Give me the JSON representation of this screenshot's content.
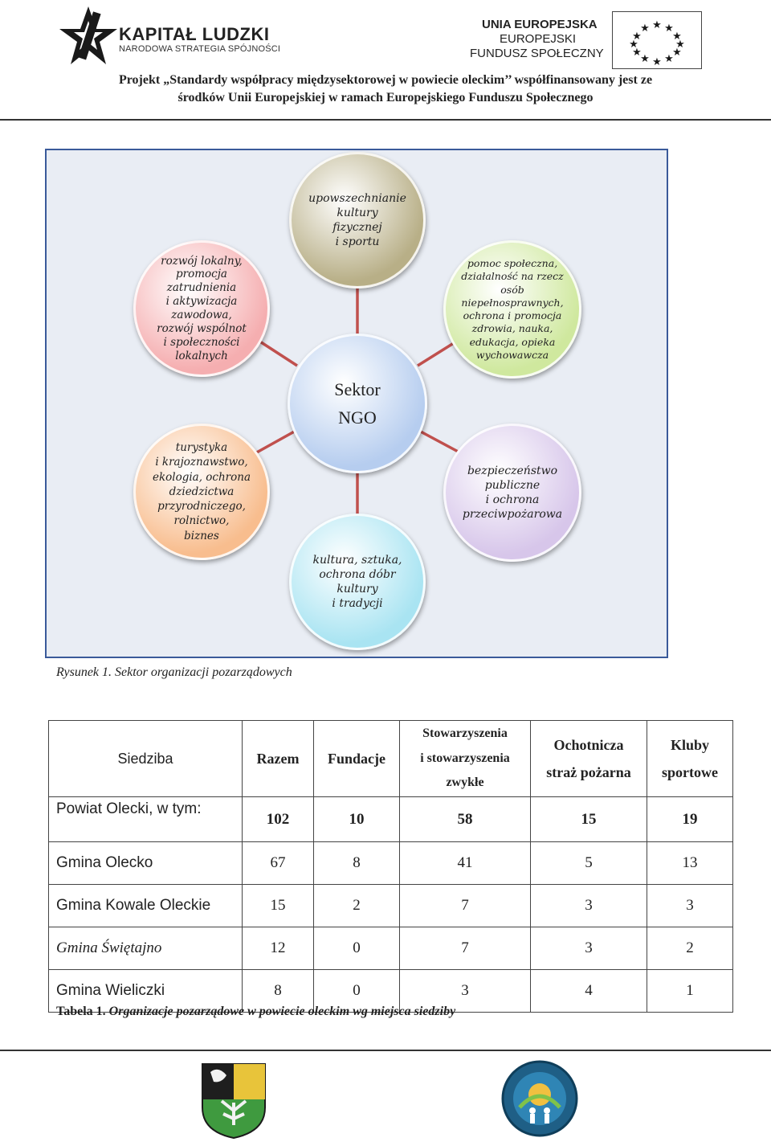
{
  "header": {
    "kl_logo": {
      "title": "KAPITAŁ LUDZKI",
      "subtitle": "NARODOWA STRATEGIA SPÓJNOŚCI"
    },
    "ue_logo": {
      "line1": "UNIA EUROPEJSKA",
      "line2": "EUROPEJSKI",
      "line3": "FUNDUSZ SPOŁECZNY"
    },
    "project_line1": "Projekt „Standardy współpracy międzysektorowej  w powiecie oleckim’’ współfinansowany jest ze",
    "project_line2": "środków Unii Europejskiej w ramach Europejskiego Funduszu Społecznego"
  },
  "diagram": {
    "center": "Sektor\nNGO",
    "nodes": [
      {
        "id": "top",
        "label": "upowszechnianie\nkultury\nfizycznej\ni sportu",
        "color": "#b8af87"
      },
      {
        "id": "upper-left",
        "label": "rozwój lokalny,\npromocja\nzatrudnienia\ni aktywizacja\nzawodowa,\nrozwój wspólnot\ni społeczności\nlokalnych",
        "color": "#f5aeb0"
      },
      {
        "id": "upper-right",
        "label": "pomoc społeczna,\ndziałalność na rzecz\nosób\nniepełnosprawnych,\nochrona i promocja\nzdrowia, nauka,\nedukacja, opieka\nwychowawcza",
        "color": "#cfe89e"
      },
      {
        "id": "lower-left",
        "label": "turystyka\ni krajoznawstwo,\nekologia, ochrona\ndziedzictwa\nprzyrodniczego,\nrolnictwo,\nbiznes",
        "color": "#f8bd8e"
      },
      {
        "id": "lower-right",
        "label": "bezpieczeństwo\npubliczne\ni ochrona\nprzeciwpożarowa",
        "color": "#d7c6ea"
      },
      {
        "id": "bottom",
        "label": "kultura, sztuka,\nochrona dóbr\nkultury\ni tradycji",
        "color": "#a9e4f2"
      }
    ],
    "center_color": "#b6cdef",
    "connector_color": "#c0504d",
    "caption": "Rysunek 1. Sektor organizacji pozarządowych"
  },
  "table": {
    "headers": {
      "siedziba": "Siedziba",
      "razem": "Razem",
      "fundacje": "Fundacje",
      "stow_l1": "Stowarzyszenia",
      "stow_l2": "i stowarzyszenia",
      "stow_l3": "zwykłe",
      "osp_l1": "Ochotnicza",
      "osp_l2": "straż pożarna",
      "kluby_l1": "Kluby",
      "kluby_l2": "sportowe"
    },
    "rows": [
      {
        "name": "Powiat Olecki, w tym:",
        "razem": "102",
        "fundacje": "10",
        "stow": "58",
        "osp": "15",
        "kluby": "19"
      },
      {
        "name": "Gmina Olecko",
        "razem": "67",
        "fundacje": "8",
        "stow": "41",
        "osp": "5",
        "kluby": "13"
      },
      {
        "name": "Gmina Kowale Oleckie",
        "razem": "15",
        "fundacje": "2",
        "stow": "7",
        "osp": "3",
        "kluby": "3"
      },
      {
        "name": "Gmina Świętajno",
        "razem": "12",
        "fundacje": "0",
        "stow": "7",
        "osp": "3",
        "kluby": "2"
      },
      {
        "name": "Gmina Wieliczki",
        "razem": "8",
        "fundacje": "0",
        "stow": "3",
        "osp": "4",
        "kluby": "1"
      }
    ],
    "caption_prefix": "Tabela 1.",
    "caption_text": " Organizacje pozarządowe w powiecie oleckim wg miejsca siedziby"
  }
}
